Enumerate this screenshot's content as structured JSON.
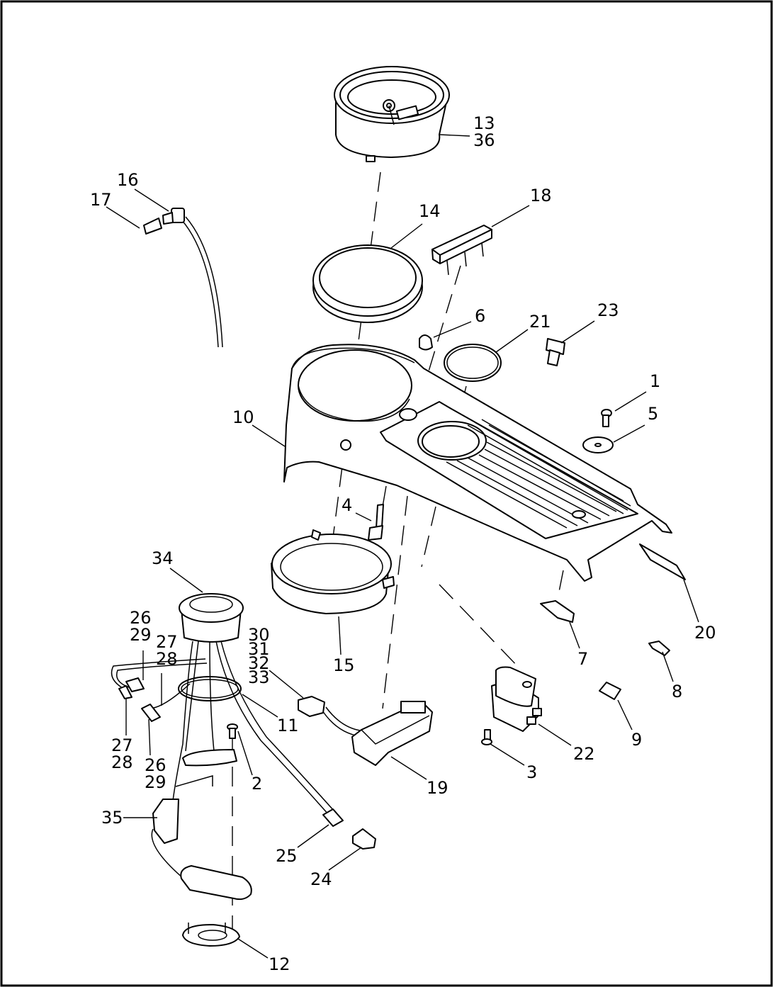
{
  "diagram": {
    "callouts": [
      {
        "id": "c13",
        "text": "13"
      },
      {
        "id": "c36",
        "text": "36"
      },
      {
        "id": "c16",
        "text": "16"
      },
      {
        "id": "c17",
        "text": "17"
      },
      {
        "id": "c14",
        "text": "14"
      },
      {
        "id": "c18",
        "text": "18"
      },
      {
        "id": "c6",
        "text": "6"
      },
      {
        "id": "c21",
        "text": "21"
      },
      {
        "id": "c23",
        "text": "23"
      },
      {
        "id": "c1",
        "text": "1"
      },
      {
        "id": "c5",
        "text": "5"
      },
      {
        "id": "c10",
        "text": "10"
      },
      {
        "id": "c4",
        "text": "4"
      },
      {
        "id": "c34",
        "text": "34"
      },
      {
        "id": "c26a",
        "text": "26"
      },
      {
        "id": "c29a",
        "text": "29"
      },
      {
        "id": "c27a",
        "text": "27"
      },
      {
        "id": "c28a",
        "text": "28"
      },
      {
        "id": "c30",
        "text": "30"
      },
      {
        "id": "c31",
        "text": "31"
      },
      {
        "id": "c32",
        "text": "32"
      },
      {
        "id": "c33",
        "text": "33"
      },
      {
        "id": "c15",
        "text": "15"
      },
      {
        "id": "c20",
        "text": "20"
      },
      {
        "id": "c7",
        "text": "7"
      },
      {
        "id": "c8",
        "text": "8"
      },
      {
        "id": "c11",
        "text": "11"
      },
      {
        "id": "c27b",
        "text": "27"
      },
      {
        "id": "c28b",
        "text": "28"
      },
      {
        "id": "c26b",
        "text": "26"
      },
      {
        "id": "c29b",
        "text": "29"
      },
      {
        "id": "c2",
        "text": "2"
      },
      {
        "id": "c9",
        "text": "9"
      },
      {
        "id": "c22",
        "text": "22"
      },
      {
        "id": "c3",
        "text": "3"
      },
      {
        "id": "c19",
        "text": "19"
      },
      {
        "id": "c35",
        "text": "35"
      },
      {
        "id": "c25",
        "text": "25"
      },
      {
        "id": "c24",
        "text": "24"
      },
      {
        "id": "c12",
        "text": "12"
      }
    ]
  }
}
